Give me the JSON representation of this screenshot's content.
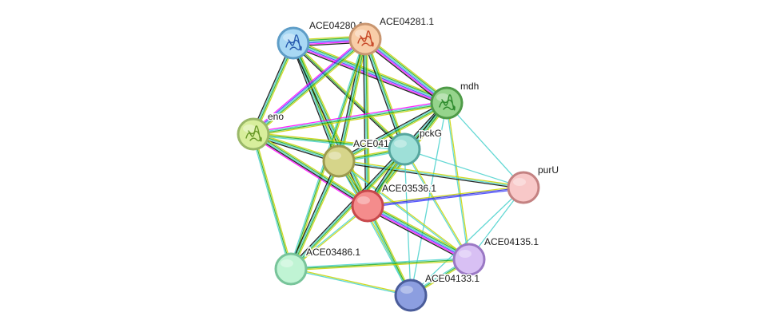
{
  "colors": {
    "coexpression": "#000000",
    "database": "#48d1cc",
    "experiment": "#ff00ff",
    "homology": "#3c3cff",
    "textmining": "#c8d200",
    "neighborhood": "#22aa22",
    "cooccurrence": "#2a2ad6"
  },
  "nodes": [
    {
      "id": "ACE04280.1",
      "label": "ACE04280.1",
      "fill": "#a8d8f4",
      "stroke": "#5e9dc7",
      "icon": "protein-structure-icon",
      "icon_color": "#2a5db0"
    },
    {
      "id": "ACE04281.1",
      "label": "ACE04281.1",
      "fill": "#f8cda8",
      "stroke": "#c99670",
      "icon": "protein-structure-icon",
      "icon_color": "#c84a2a"
    },
    {
      "id": "mdh",
      "label": "mdh",
      "fill": "#96d48c",
      "stroke": "#4f9b48",
      "icon": "protein-structure-icon",
      "icon_color": "#2d8a2d"
    },
    {
      "id": "eno",
      "label": "eno",
      "fill": "#d8ee9c",
      "stroke": "#9ab868",
      "icon": "protein-structure-icon",
      "icon_color": "#6a9a2a"
    },
    {
      "id": "ACE04177",
      "label": "ACE0417",
      "fill": "#d6d58a",
      "stroke": "#9c9a4e",
      "icon": "",
      "icon_color": ""
    },
    {
      "id": "pckG",
      "label": "pckG",
      "fill": "#9ee0d8",
      "stroke": "#55a69e",
      "icon": "",
      "icon_color": ""
    },
    {
      "id": "purU",
      "label": "purU",
      "fill": "#f8c8c8",
      "stroke": "#c48282",
      "icon": "",
      "icon_color": ""
    },
    {
      "id": "ACE03536.1",
      "label": "ACE03536.1",
      "fill": "#f48c8c",
      "stroke": "#c8484c",
      "icon": "",
      "icon_color": ""
    },
    {
      "id": "ACE04135.1",
      "label": "ACE04135.1",
      "fill": "#d8c0f4",
      "stroke": "#9a78c4",
      "icon": "",
      "icon_color": ""
    },
    {
      "id": "ACE03486.1",
      "label": "ACE03486.1",
      "fill": "#c0f4d4",
      "stroke": "#78c49a",
      "icon": "",
      "icon_color": ""
    },
    {
      "id": "ACE04133.1",
      "label": "ACE04133.1",
      "fill": "#8c9ee0",
      "stroke": "#4a5c9a",
      "icon": "",
      "icon_color": ""
    }
  ],
  "edges": [
    {
      "source": "ACE04280.1",
      "target": "ACE04281.1",
      "types": [
        "textmining",
        "neighborhood",
        "database",
        "homology",
        "experiment",
        "coexpression"
      ]
    },
    {
      "source": "ACE04280.1",
      "target": "mdh",
      "types": [
        "textmining",
        "neighborhood",
        "database",
        "homology",
        "experiment",
        "coexpression"
      ]
    },
    {
      "source": "ACE04280.1",
      "target": "eno",
      "types": [
        "textmining",
        "neighborhood",
        "database",
        "coexpression"
      ]
    },
    {
      "source": "ACE04280.1",
      "target": "ACE04177",
      "types": [
        "textmining",
        "neighborhood",
        "database",
        "coexpression"
      ]
    },
    {
      "source": "ACE04280.1",
      "target": "pckG",
      "types": [
        "textmining",
        "neighborhood",
        "coexpression"
      ]
    },
    {
      "source": "ACE04280.1",
      "target": "ACE03536.1",
      "types": [
        "textmining",
        "neighborhood",
        "database",
        "coexpression"
      ]
    },
    {
      "source": "ACE04281.1",
      "target": "mdh",
      "types": [
        "textmining",
        "neighborhood",
        "database",
        "homology",
        "experiment",
        "coexpression"
      ]
    },
    {
      "source": "ACE04281.1",
      "target": "eno",
      "types": [
        "textmining",
        "neighborhood",
        "database",
        "homology",
        "experiment"
      ]
    },
    {
      "source": "ACE04281.1",
      "target": "ACE04177",
      "types": [
        "textmining",
        "neighborhood",
        "database",
        "coexpression"
      ]
    },
    {
      "source": "ACE04281.1",
      "target": "pckG",
      "types": [
        "textmining",
        "neighborhood",
        "database",
        "coexpression"
      ]
    },
    {
      "source": "ACE04281.1",
      "target": "ACE03536.1",
      "types": [
        "textmining",
        "neighborhood",
        "database",
        "coexpression"
      ]
    },
    {
      "source": "ACE04281.1",
      "target": "ACE03486.1",
      "types": [
        "textmining",
        "neighborhood",
        "database"
      ]
    },
    {
      "source": "mdh",
      "target": "eno",
      "types": [
        "textmining",
        "neighborhood",
        "database",
        "experiment"
      ]
    },
    {
      "source": "mdh",
      "target": "ACE04177",
      "types": [
        "textmining",
        "neighborhood",
        "database",
        "coexpression"
      ]
    },
    {
      "source": "mdh",
      "target": "pckG",
      "types": [
        "textmining",
        "neighborhood",
        "database",
        "coexpression"
      ]
    },
    {
      "source": "mdh",
      "target": "ACE03536.1",
      "types": [
        "textmining",
        "neighborhood",
        "database",
        "coexpression"
      ]
    },
    {
      "source": "mdh",
      "target": "purU",
      "types": [
        "database"
      ]
    },
    {
      "source": "mdh",
      "target": "ACE04135.1",
      "types": [
        "textmining",
        "database"
      ]
    },
    {
      "source": "mdh",
      "target": "ACE04133.1",
      "types": [
        "database"
      ]
    },
    {
      "source": "eno",
      "target": "ACE04177",
      "types": [
        "textmining",
        "neighborhood",
        "database",
        "coexpression"
      ]
    },
    {
      "source": "eno",
      "target": "pckG",
      "types": [
        "textmining",
        "neighborhood",
        "database"
      ]
    },
    {
      "source": "eno",
      "target": "ACE03536.1",
      "types": [
        "textmining",
        "neighborhood",
        "database",
        "coexpression",
        "experiment"
      ]
    },
    {
      "source": "eno",
      "target": "ACE03486.1",
      "types": [
        "textmining",
        "neighborhood",
        "database"
      ]
    },
    {
      "source": "ACE04177",
      "target": "pckG",
      "types": [
        "textmining",
        "neighborhood",
        "database"
      ]
    },
    {
      "source": "ACE04177",
      "target": "ACE03536.1",
      "types": [
        "textmining",
        "neighborhood",
        "database",
        "coexpression"
      ]
    },
    {
      "source": "ACE04177",
      "target": "purU",
      "types": [
        "textmining",
        "database",
        "coexpression"
      ]
    },
    {
      "source": "ACE04177",
      "target": "ACE04135.1",
      "types": [
        "textmining",
        "database"
      ]
    },
    {
      "source": "ACE04177",
      "target": "ACE03486.1",
      "types": [
        "textmining",
        "neighborhood",
        "database",
        "coexpression"
      ]
    },
    {
      "source": "ACE04177",
      "target": "ACE04133.1",
      "types": [
        "textmining",
        "database"
      ]
    },
    {
      "source": "pckG",
      "target": "ACE03536.1",
      "types": [
        "textmining",
        "neighborhood",
        "database",
        "coexpression"
      ]
    },
    {
      "source": "pckG",
      "target": "purU",
      "types": [
        "database"
      ]
    },
    {
      "source": "pckG",
      "target": "ACE04135.1",
      "types": [
        "textmining",
        "database"
      ]
    },
    {
      "source": "pckG",
      "target": "ACE03486.1",
      "types": [
        "textmining",
        "neighborhood",
        "database",
        "coexpression"
      ]
    },
    {
      "source": "pckG",
      "target": "ACE04133.1",
      "types": [
        "database"
      ]
    },
    {
      "source": "ACE03536.1",
      "target": "purU",
      "types": [
        "textmining",
        "cooccurrence",
        "homology"
      ]
    },
    {
      "source": "ACE03536.1",
      "target": "ACE04135.1",
      "types": [
        "textmining",
        "neighborhood",
        "database",
        "homology",
        "experiment",
        "coexpression"
      ]
    },
    {
      "source": "ACE03536.1",
      "target": "ACE03486.1",
      "types": [
        "textmining",
        "database"
      ]
    },
    {
      "source": "ACE03536.1",
      "target": "ACE04133.1",
      "types": [
        "textmining",
        "neighborhood",
        "database"
      ]
    },
    {
      "source": "purU",
      "target": "ACE04135.1",
      "types": [
        "database"
      ]
    },
    {
      "source": "purU",
      "target": "ACE04133.1",
      "types": [
        "database"
      ]
    },
    {
      "source": "ACE04135.1",
      "target": "ACE03486.1",
      "types": [
        "textmining",
        "neighborhood",
        "database"
      ]
    },
    {
      "source": "ACE04135.1",
      "target": "ACE04133.1",
      "types": [
        "textmining",
        "neighborhood",
        "database"
      ]
    },
    {
      "source": "ACE03486.1",
      "target": "ACE04133.1",
      "types": [
        "textmining",
        "database"
      ]
    }
  ]
}
